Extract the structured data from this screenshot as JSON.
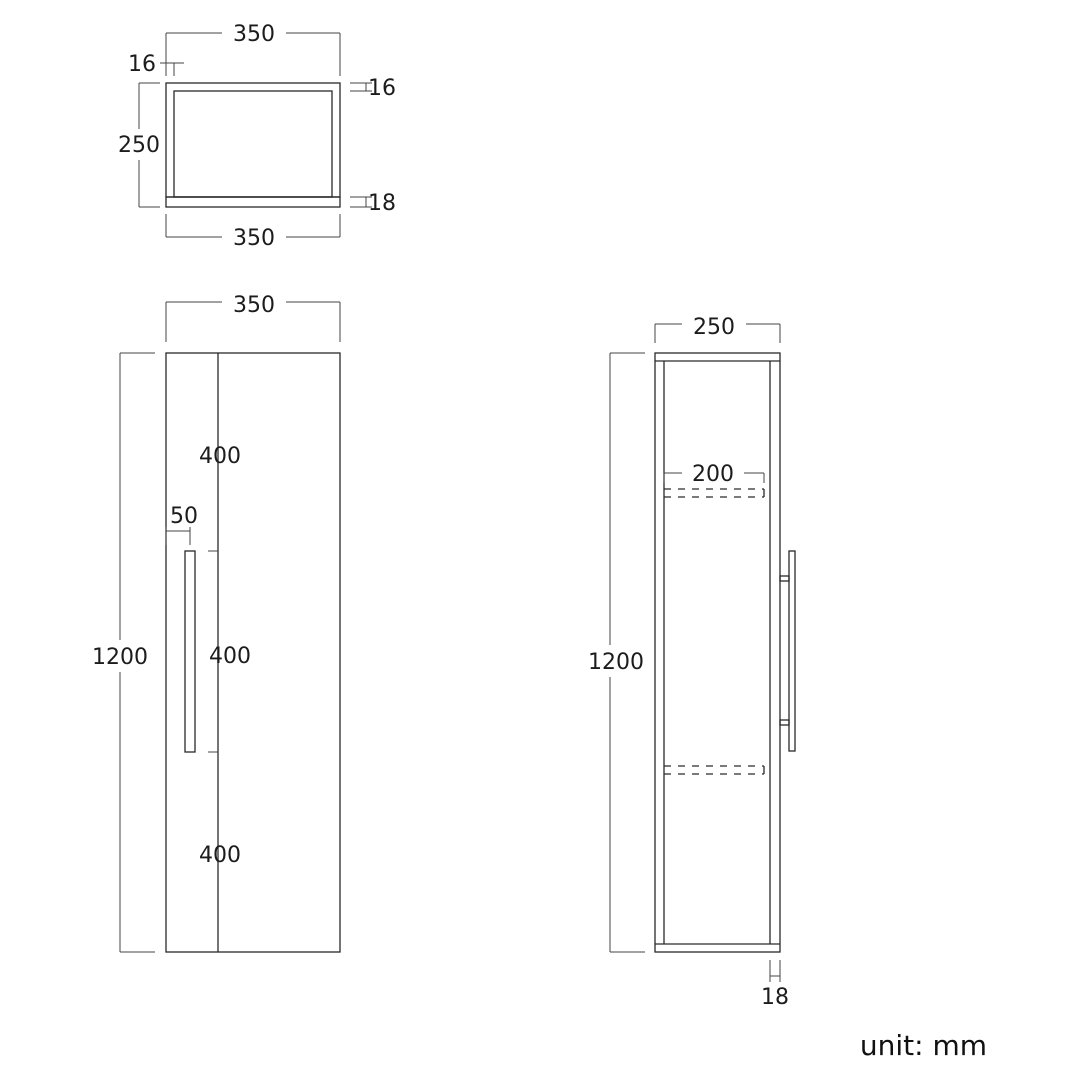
{
  "top_view": {
    "width_top": "350",
    "width_bottom": "350",
    "depth": "250",
    "side_panel": "16",
    "back_panel": "16",
    "front_panel": "18"
  },
  "front_view": {
    "width": "350",
    "height": "1200",
    "upper_section": "400",
    "middle_section": "400",
    "lower_section": "400",
    "handle_offset": "50"
  },
  "side_view": {
    "depth": "250",
    "height": "1200",
    "shelf_depth": "200",
    "door_thickness": "18"
  },
  "unit_label": "unit: mm"
}
